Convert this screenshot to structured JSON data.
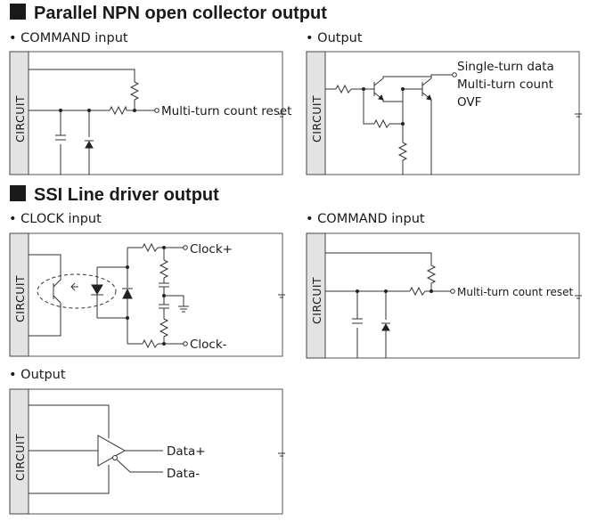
{
  "sections": [
    {
      "title": "Parallel NPN open collector output"
    },
    {
      "title": "SSI Line driver output"
    }
  ],
  "bullet": "•",
  "circuit_label": "CIRCUIT",
  "npn": {
    "command": {
      "heading": "COMMAND input",
      "terminal": "Multi-turn count reset"
    },
    "output": {
      "heading": "Output",
      "labels": [
        "Single-turn data",
        "Multi-turn count",
        "OVF"
      ]
    }
  },
  "ssi": {
    "clock": {
      "heading": "CLOCK input",
      "plus": "Clock+",
      "minus": "Clock-"
    },
    "command": {
      "heading": "COMMAND input",
      "terminal": "Multi-turn count reset"
    },
    "output": {
      "heading": "Output",
      "plus": "Data+",
      "minus": "Data-"
    }
  }
}
